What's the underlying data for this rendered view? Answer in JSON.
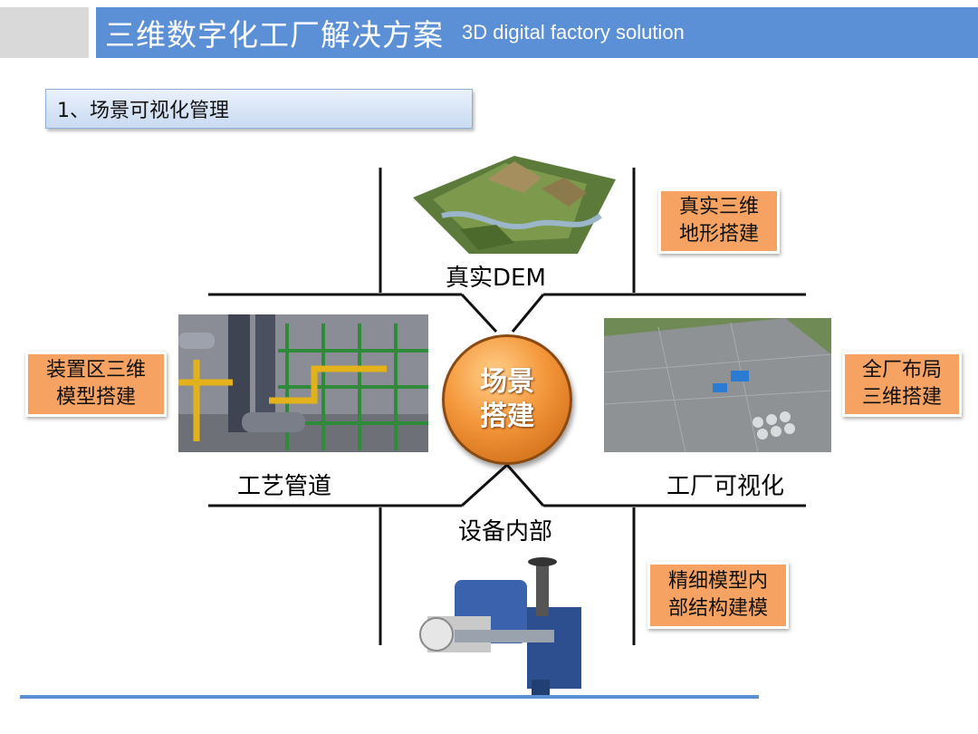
{
  "header": {
    "title_cn": "三维数字化工厂解决方案",
    "title_en": "3D digital factory solution"
  },
  "section": {
    "title": "1、场景可视化管理"
  },
  "center": {
    "line1": "场景",
    "line2": "搭建"
  },
  "quadrants": {
    "top_label": "真实DEM",
    "left_label": "工艺管道",
    "right_label": "工厂可视化",
    "bottom_label": "设备内部"
  },
  "callouts": {
    "top_right": {
      "line1": "真实三维",
      "line2": "地形搭建"
    },
    "left": {
      "line1": "装置区三维",
      "line2": "模型搭建"
    },
    "right": {
      "line1": "全厂布局",
      "line2": "三维搭建"
    },
    "bottom_right": {
      "line1": "精细模型内",
      "line2": "部结构建模"
    }
  },
  "colors": {
    "title_bar": "#5b8fd6",
    "callout": "#f5a262",
    "circle": "#f4963a"
  }
}
